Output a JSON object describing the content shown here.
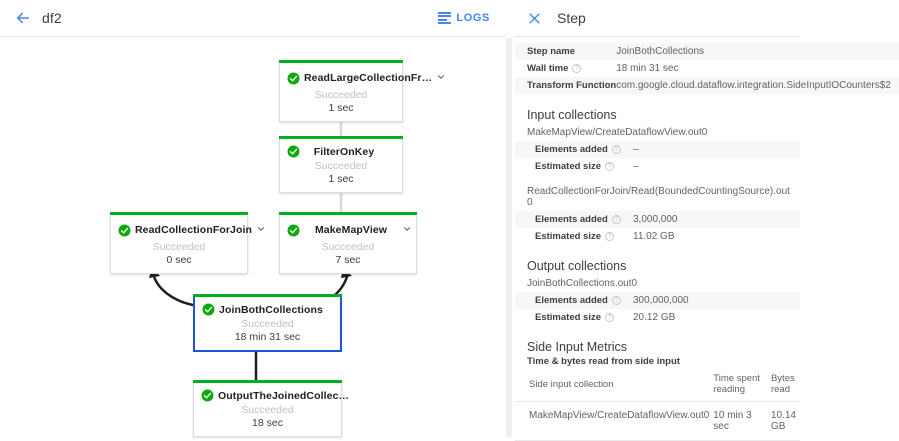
{
  "topbar": {
    "back_icon": "arrow-back-icon",
    "job_name": "df2",
    "logs_label": "LOGS",
    "logs_icon": "subject-lines-icon"
  },
  "graph": {
    "nodes": [
      {
        "id": "read-large-collection",
        "title": "ReadLargeCollectionFr…",
        "status": "Succeeded",
        "time": "1 sec",
        "selected": false,
        "has_chevron": true,
        "state_icon": "check-circle-icon"
      },
      {
        "id": "filter-on-key",
        "title": "FilterOnKey",
        "status": "Succeeded",
        "time": "1 sec",
        "selected": false,
        "has_chevron": false,
        "state_icon": "check-circle-icon"
      },
      {
        "id": "read-collection-for-join",
        "title": "ReadCollectionForJoin",
        "status": "Succeeded",
        "time": "0 sec",
        "selected": false,
        "has_chevron": true,
        "state_icon": "check-circle-icon"
      },
      {
        "id": "make-map-view",
        "title": "MakeMapView",
        "status": "Succeeded",
        "time": "7 sec",
        "selected": false,
        "has_chevron": true,
        "state_icon": "check-circle-icon"
      },
      {
        "id": "join-both-collections",
        "title": "JoinBothCollections",
        "status": "Succeeded",
        "time": "18 min 31 sec",
        "selected": true,
        "has_chevron": false,
        "state_icon": "check-circle-icon"
      },
      {
        "id": "output-the-joined-collection",
        "title": "OutputTheJoinedCollec…",
        "status": "Succeeded",
        "time": "18 sec",
        "selected": false,
        "has_chevron": false,
        "state_icon": "check-circle-icon"
      }
    ]
  },
  "colors": {
    "success_green": "#00b020",
    "selected_blue": "#1a56db",
    "link_blue": "#4285f4",
    "muted_gray": "#bdc1c6"
  },
  "panel": {
    "close_icon": "close-icon",
    "title": "Step",
    "summary_rows": [
      {
        "key": "Step name",
        "value": "JoinBothCollections",
        "help": false,
        "shaded": true
      },
      {
        "key": "Wall time",
        "value": "18 min 31 sec",
        "help": true,
        "shaded": false
      },
      {
        "key": "Transform Function",
        "value": "com.google.cloud.dataflow.integration.SideInputIOCounters$2",
        "help": false,
        "shaded": true
      }
    ],
    "input_collections": {
      "heading": "Input collections",
      "groups": [
        {
          "name": "MakeMapView/CreateDataflowView.out0",
          "rows": [
            {
              "key": "Elements added",
              "value": "–",
              "help": true,
              "shaded": true
            },
            {
              "key": "Estimated size",
              "value": "–",
              "help": true,
              "shaded": false
            }
          ]
        },
        {
          "name": "ReadCollectionForJoin/Read(BoundedCountingSource).out0",
          "rows": [
            {
              "key": "Elements added",
              "value": "3,000,000",
              "help": true,
              "shaded": true
            },
            {
              "key": "Estimated size",
              "value": "11.02 GB",
              "help": true,
              "shaded": false
            }
          ]
        }
      ]
    },
    "output_collections": {
      "heading": "Output collections",
      "groups": [
        {
          "name": "JoinBothCollections.out0",
          "rows": [
            {
              "key": "Elements added",
              "value": "300,000,000",
              "help": true,
              "shaded": true
            },
            {
              "key": "Estimated size",
              "value": "20.12 GB",
              "help": true,
              "shaded": false
            }
          ]
        }
      ]
    },
    "side_input_metrics": {
      "heading": "Side Input Metrics",
      "subheading": "Time & bytes read from side input",
      "columns": [
        "Side input collection",
        "Time spent reading",
        "Bytes read"
      ],
      "rows": [
        [
          "MakeMapView/CreateDataflowView.out0",
          "10 min 3 sec",
          "10.14 GB"
        ]
      ]
    }
  }
}
